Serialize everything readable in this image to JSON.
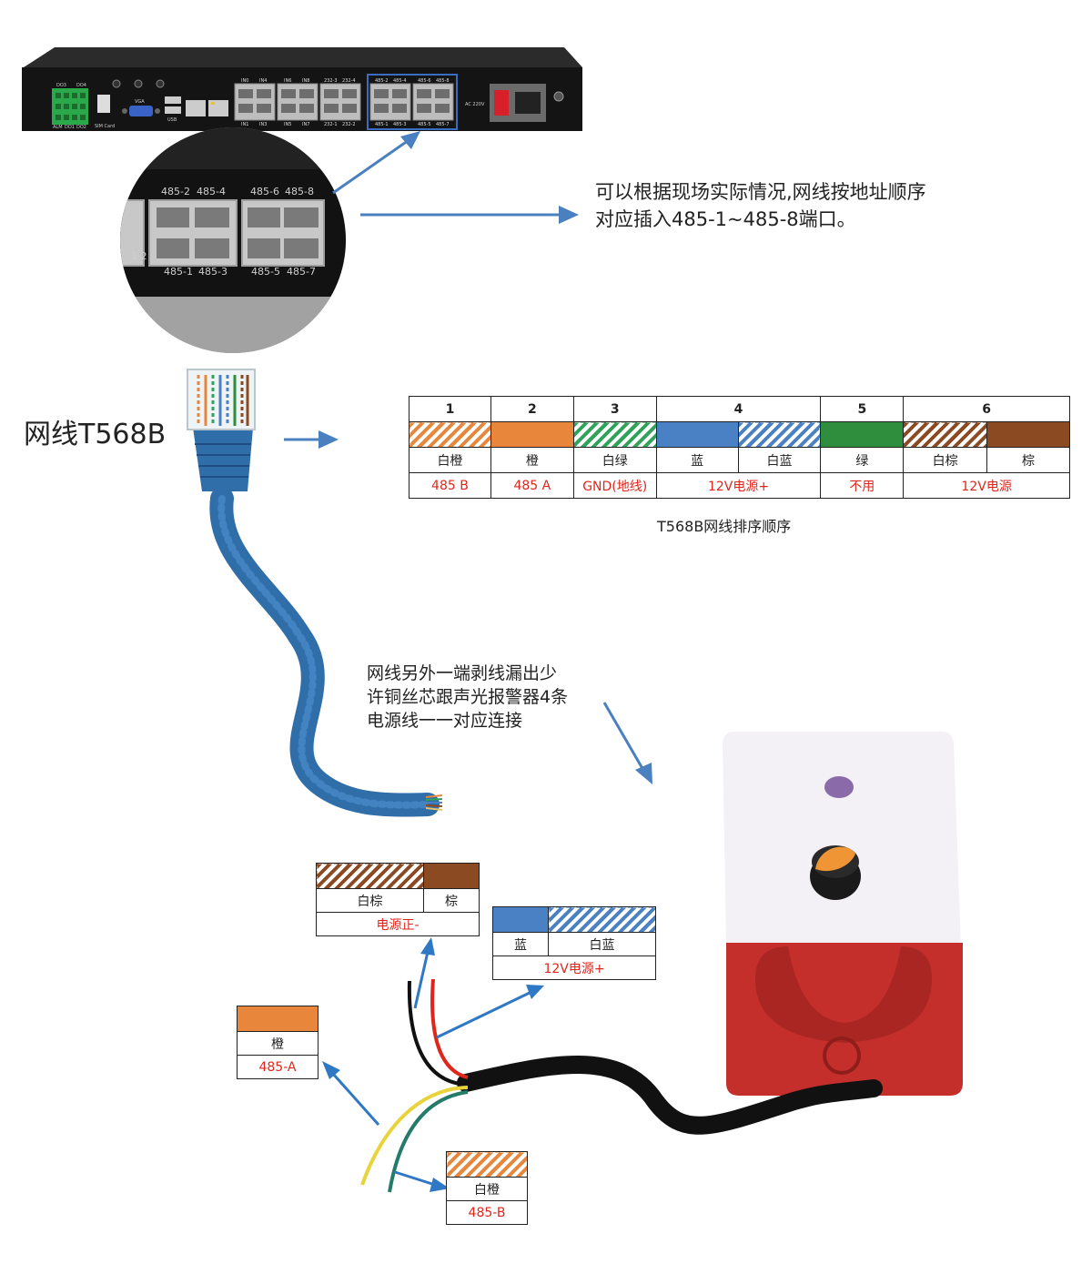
{
  "device": {
    "labels": [
      "DO3",
      "DO4",
      "ALM",
      "DO1",
      "DO2",
      "SIM Card",
      "VGA",
      "USB",
      "AC 220V"
    ],
    "port_labels_top": [
      "IN0",
      "IN4",
      "IN6",
      "IN8",
      "232-3",
      "232-4",
      "485-2",
      "485-4",
      "485-6",
      "485-8"
    ],
    "port_labels_bottom": [
      "IN1",
      "IN3",
      "IN5",
      "IN7",
      "232-1",
      "232-2",
      "485-1",
      "485-3",
      "485-5",
      "485-7"
    ]
  },
  "zoom": {
    "top_labels": [
      "485-2",
      "485-4",
      "485-6",
      "485-8"
    ],
    "bottom_labels": [
      "485-1",
      "485-3",
      "485-5",
      "485-7"
    ],
    "side_label": "1 2"
  },
  "instruction": {
    "line1": "可以根据现场实际情况,网线按地址顺序",
    "line2": "对应插入485-1~485-8端口。"
  },
  "cable_label": "网线T568B",
  "t568b": {
    "headers": [
      "1",
      "2",
      "3",
      "4",
      "5",
      "6"
    ],
    "colors": [
      "白橙",
      "橙",
      "白绿",
      "蓝",
      "白蓝",
      "绿",
      "白棕",
      "棕"
    ],
    "functions": [
      "485 B",
      "485 A",
      "GND(地线)",
      "12V电源+",
      "不用",
      "12V电源"
    ],
    "caption": "T568B网线排序顺序"
  },
  "note": {
    "line1": "网线另外一端剥线漏出少",
    "line2": "许铜丝芯跟声光报警器4条",
    "line3": "电源线一一对应连接"
  },
  "boxes": {
    "brown": {
      "c1": "白棕",
      "c2": "棕",
      "func": "电源正-"
    },
    "blue": {
      "c1": "蓝",
      "c2": "白蓝",
      "func": "12V电源+"
    },
    "orange": {
      "c1": "橙",
      "func": "485-A"
    },
    "white_orange": {
      "c1": "白橙",
      "func": "485-B"
    }
  },
  "palette": {
    "orange": "#e8873b",
    "green": "#2e8e3e",
    "blue": "#4a80c4",
    "brown": "#8b4a22",
    "arrow": "#4a7fc0",
    "alarm_red": "#c42f2b",
    "cable_blue": "#2f6ea8",
    "label_red": "#e0261b"
  }
}
